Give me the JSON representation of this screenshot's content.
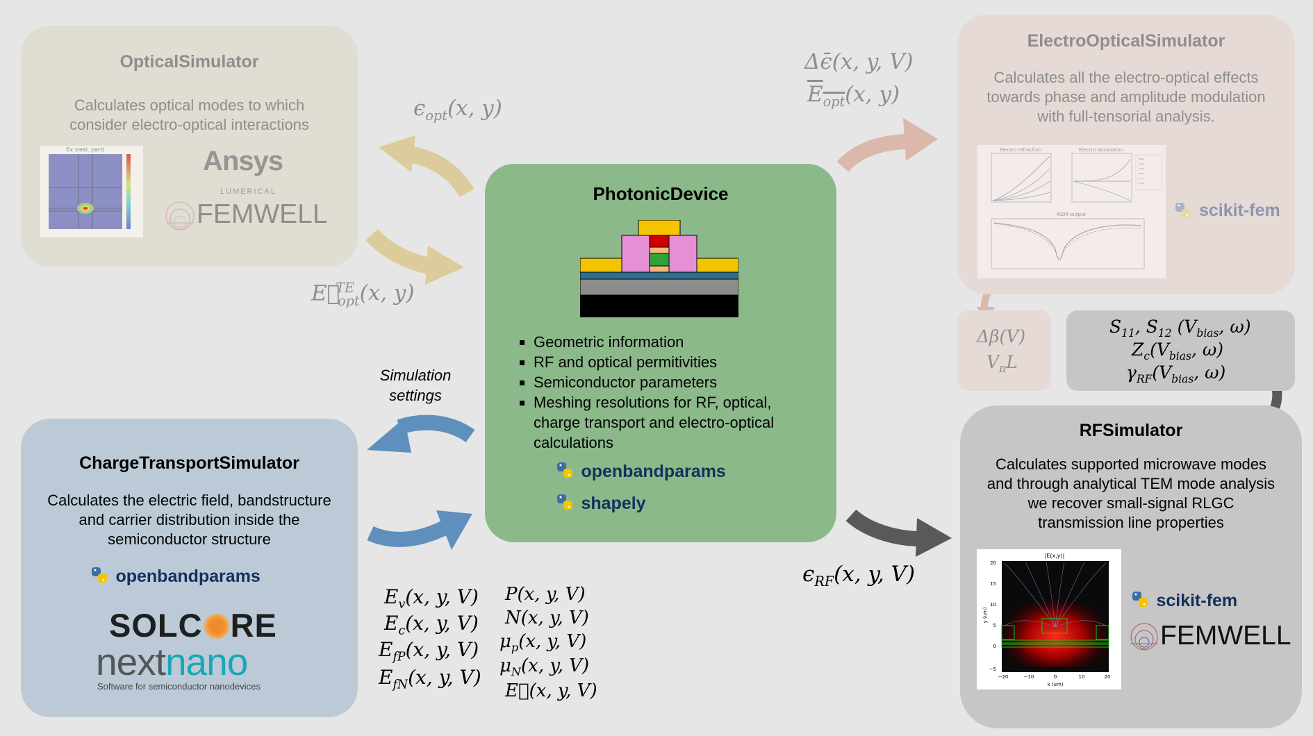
{
  "optical": {
    "title": "OpticalSimulator",
    "desc1": "Calculates optical modes to which",
    "desc2": "consider electro-optical interactions",
    "plot_title": "Ex (real. part)",
    "ansys": "Ansys",
    "lumerical": "LUMERICAL",
    "femwell": "FEMWELL"
  },
  "eo": {
    "title": "ElectroOpticalSimulator",
    "desc1": "Calculates all the electro-optical effects",
    "desc2": "towards phase and amplitude modulation",
    "desc3": "with full-tensorial analysis.",
    "lib": "scikit-fem",
    "plot1_title": "Electro refraction",
    "plot2_title": "Electro absorption",
    "plot3_title": "MZM output"
  },
  "photonic": {
    "title": "PhotonicDevice",
    "bullets": [
      "Geometric information",
      "RF and optical permitivities",
      "Semiconductor parameters",
      "Meshing resolutions for RF, optical,",
      "charge transport and electro-optical",
      "calculations"
    ],
    "lib1": "openbandparams",
    "lib2": "shapely"
  },
  "charge": {
    "title": "ChargeTransportSimulator",
    "desc1": "Calculates the electric field, bandstructure",
    "desc2": "and carrier distribution inside the",
    "desc3": "semiconductor structure",
    "lib": "openbandparams",
    "solcore_a": "SOLC",
    "solcore_b": "RE",
    "nextnano_a": "next",
    "nextnano_b": "nano",
    "nextnano_tag": "Software for semiconductor nanodevices"
  },
  "rf": {
    "title": "RFSimulator",
    "desc1": "Calculates supported microwave modes",
    "desc2": "and through analytical TEM mode analysis",
    "desc3": "we recover small-signal RLGC",
    "desc4": "transmission line properties",
    "lib": "scikit-fem",
    "femwell": "FEMWELL",
    "plot_title": "|E(x,y)|",
    "xlabel": "x (um)",
    "ylabel": "y (um)"
  },
  "sim_settings": {
    "line1": "Simulation",
    "line2": "settings"
  },
  "colors": {
    "optical_box": "#e0ddd2",
    "eo_box": "#e6dad6",
    "photonic_box": "#8bb98a",
    "charge_box": "#bccad8",
    "rf_box": "#c6c6c6",
    "arrow_gold": "#dccc9c",
    "arrow_pink": "#dcb8aa",
    "arrow_blue": "#5f8fbc",
    "arrow_gray": "#595959"
  }
}
